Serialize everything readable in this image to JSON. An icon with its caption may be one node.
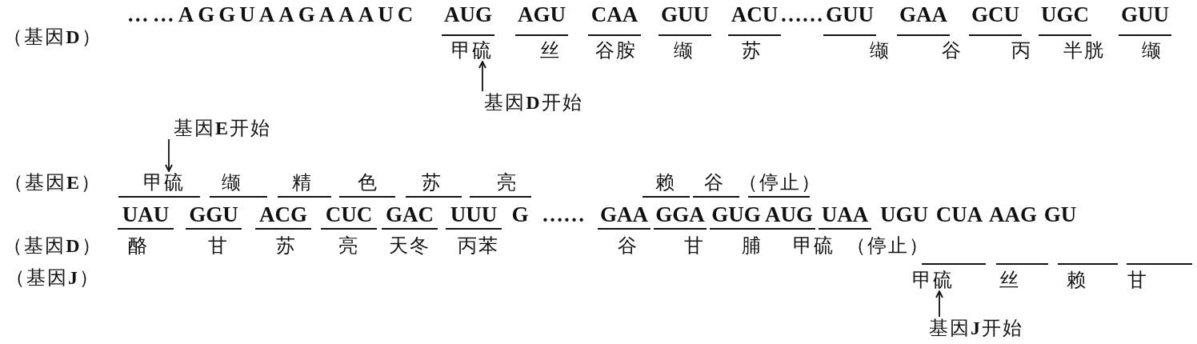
{
  "diagram": {
    "nodes": [
      {
        "text": [
          "甲硫"
        ]
      },
      {
        "text": [
          "基因**D**开始"
        ]
      },
      {
        "text": [
          "基因**E**开始"
        ]
      },
      {
        "text": [
          "甲硫"
        ]
      },
      {
        "text": [
          "甲硫"
        ]
      },
      {
        "text": [
          "基因**J**开始"
        ]
      }
    ],
    "edges": [
      {
        "from": 1,
        "to": 0,
        "arrow": "to"
      },
      {
        "from": 2,
        "to": 3,
        "arrow": "to"
      },
      {
        "from": 5,
        "to": 4,
        "arrow": "to"
      }
    ],
    "labels": [
      "……AGGUAAGAAAUC",
      "AUG",
      "AGU",
      "CAA",
      "GUU",
      "ACU",
      "……",
      "GUU",
      "GAA",
      "GCU",
      "UGC",
      "GUU",
      "（基因**D**）",
      "丝",
      "谷胺",
      "缬",
      "苏",
      "缬",
      "谷",
      "丙",
      "半胱",
      "缬",
      "（基因**E**）",
      "缬",
      "精",
      "色",
      "苏",
      "亮",
      "赖",
      "谷",
      "（停止）",
      "UAU",
      "GGU",
      "ACG",
      "CUC",
      "GAC",
      "UUU",
      "G",
      "……",
      "GAA",
      "GGA",
      "GUG",
      "AUG",
      "UAA",
      "UGU",
      "CUA",
      "AAG",
      "GU",
      "（基因**D**）",
      "酪",
      "甘",
      "苏",
      "亮",
      "天冬",
      "丙苯",
      "谷",
      "甘",
      "脯",
      "甲硫",
      "（停止）",
      "（基因**J**）",
      "丝",
      "赖",
      "甘"
    ]
  }
}
